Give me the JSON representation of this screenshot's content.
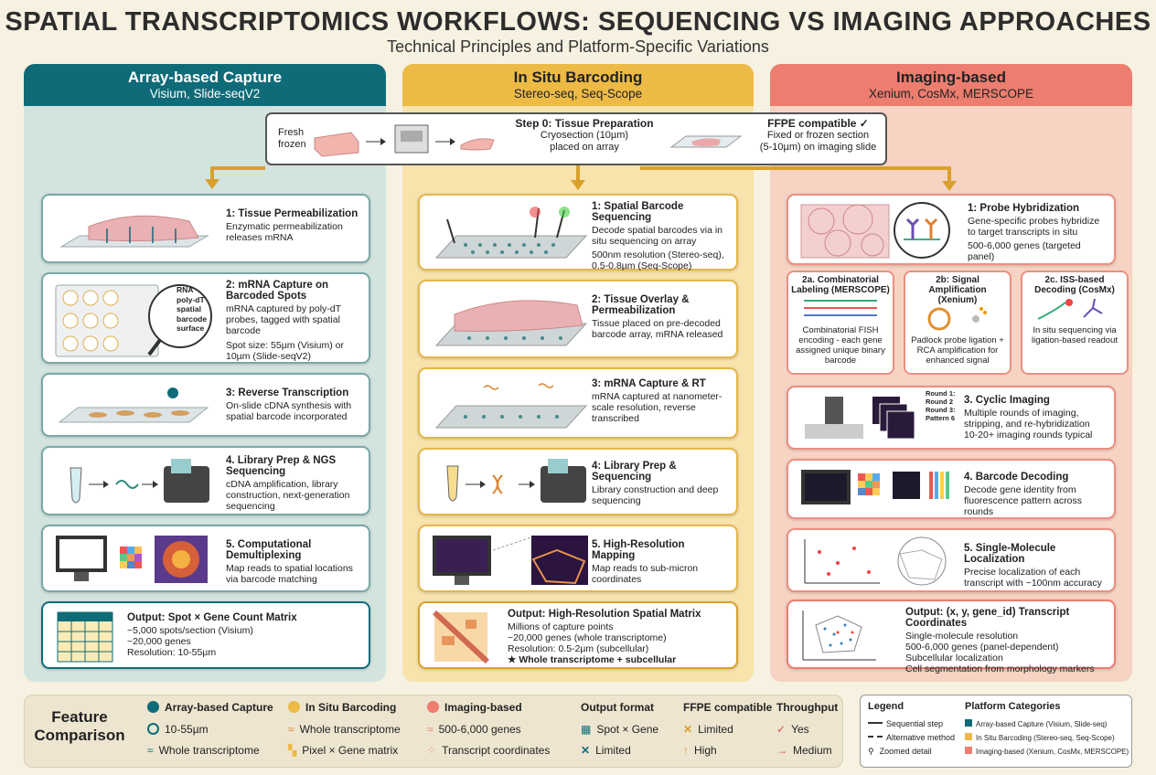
{
  "title": "SPATIAL TRANSCRIPTOMICS WORKFLOWS: SEQUENCING VS IMAGING APPROACHES",
  "subtitle": "Technical Principles and Platform-Specific Variations",
  "columns": {
    "a": {
      "title": "Array-based Capture",
      "platforms": "Visium, Slide-seqV2"
    },
    "b": {
      "title": "In Situ Barcoding",
      "platforms": "Stereo-seq, Seq-Scope"
    },
    "c": {
      "title": "Imaging-based",
      "platforms": "Xenium, CosMx, MERSCOPE"
    }
  },
  "prep": {
    "fresh_label": "Fresh\nfrozen",
    "title": "Step 0: Tissue Preparation",
    "line1": "Cryosection (10µm)",
    "line2": "placed on array",
    "ffpe_title": "FFPE compatible ✓",
    "ffpe_line1": "Fixed or frozen section",
    "ffpe_line2": "(5-10µm) on imaging slide"
  },
  "array_steps": [
    {
      "title": "1: Tissue Permeabilization",
      "body": "Enzymatic permeabilization releases mRNA"
    },
    {
      "title": "2: mRNA Capture on Barcoded Spots",
      "body": "mRNA captured by poly-dT probes, tagged with spatial barcode",
      "extra": "Spot size: 55µm (Visium) or 10µm (Slide-seqV2)"
    },
    {
      "title": "3: Reverse Transcription",
      "body": "On-slide cDNA synthesis with spatial barcode incorporated"
    },
    {
      "title": "4. Library Prep & NGS Sequencing",
      "body": "cDNA amplification, library construction, next-generation sequencing"
    },
    {
      "title": "5. Computational Demultiplexing",
      "body": "Map reads to spatial locations via barcode matching"
    }
  ],
  "array_output": {
    "title": "Output: Spot × Gene Count Matrix",
    "l1": "~5,000 spots/section (Visium)",
    "l2": "~20,000 genes",
    "l3": "Resolution: 10-55µm"
  },
  "zoom_labels": [
    "RNA",
    "poly-dT",
    "spatial",
    "barcode",
    "surface"
  ],
  "insitu_steps": [
    {
      "title": "1: Spatial Barcode Sequencing",
      "body": "Decode spatial barcodes via in situ sequencing on array",
      "extra": "500nm resolution (Stereo-seq), 0.5-0.8µm (Seq-Scope)"
    },
    {
      "title": "2: Tissue Overlay & Permeabilization",
      "body": "Tissue placed on pre-decoded barcode array, mRNA released"
    },
    {
      "title": "3: mRNA Capture & RT",
      "body": "mRNA captured at nanometer-scale resolution, reverse transcribed"
    },
    {
      "title": "4: Library Prep & Sequencing",
      "body": "Library construction and deep sequencing"
    },
    {
      "title": "5. High-Resolution Mapping",
      "body": "Map reads to sub-micron coordinates"
    }
  ],
  "insitu_output": {
    "title": "Output: High-Resolution Spatial Matrix",
    "l1": "Millions of capture points",
    "l2": "~20,000 genes (whole transcriptome)",
    "l3": "Resolution: 0.5-2µm (subcellular)",
    "l4": "★ Whole transcriptome + subcellular"
  },
  "imaging_step1": {
    "title": "1: Probe Hybridization",
    "body": "Gene-specific probes hybridize to target transcripts in situ",
    "extra": "500-6,000 genes (targeted panel)"
  },
  "imaging_subs": [
    {
      "title": "2a. Combinatorial Labeling (MERSCOPE)",
      "body": "Combinatorial FISH encoding - each gene assigned unique binary barcode"
    },
    {
      "title": "2b: Signal Amplification (Xenium)",
      "body": "Padlock probe ligation + RCA amplification for enhanced signal"
    },
    {
      "title": "2c. ISS-based Decoding (CosMx)",
      "body": "In situ sequencing via ligation-based readout"
    }
  ],
  "imaging_steps": [
    {
      "title": "3. Cyclic Imaging",
      "body": "Multiple rounds of imaging, stripping, and re-hybridization",
      "extra": "10-20+ imaging rounds typical"
    },
    {
      "title": "4. Barcode Decoding",
      "body": "Decode gene identity from fluorescence pattern across rounds"
    },
    {
      "title": "5. Single-Molecule Localization",
      "body": "Precise localization of each transcript with ~100nm accuracy"
    }
  ],
  "round_labels": [
    "Round 1:",
    "Round 2",
    "Round 3:",
    "Pattern 6"
  ],
  "imaging_output": {
    "title": "Output: (x, y, gene_id) Transcript Coordinates",
    "l1": "Single-molecule resolution",
    "l2": "500-6,000 genes (panel-dependent)",
    "l3": "Subcellular localization",
    "l4": "Cell segmentation from morphology markers"
  },
  "feature": {
    "title": "Feature Comparison",
    "rows": [
      [
        "Array-based Capture",
        "In Situ Barcoding",
        "Imaging-based",
        "Output format",
        "FFPE compatible",
        "Throughput"
      ],
      [
        "10-55µm",
        "Whole transcriptome",
        "500-6,000 genes",
        "Spot × Gene",
        "Limited",
        "Yes"
      ],
      [
        "Whole transcriptome",
        "Pixel × Gene matrix",
        "Transcript coordinates",
        "Limited",
        "High",
        "Medium"
      ]
    ]
  },
  "legend": {
    "title": "Legend",
    "items": [
      "Sequential step",
      "Alternative method",
      "Zoomed detail"
    ],
    "cat_title": "Platform Categories",
    "cats": [
      "Array-based Capture (Visium, Slide-seq)",
      "In Situ Barcoding (Stereo-seq, Seq-Scope)",
      "Imaging-based (Xenium, CosMx, MERSCOPE)"
    ]
  },
  "colors": {
    "array": "#0f6b78",
    "insitu": "#ecba45",
    "imaging": "#ec7d6f",
    "connector": "#d9a12c"
  }
}
